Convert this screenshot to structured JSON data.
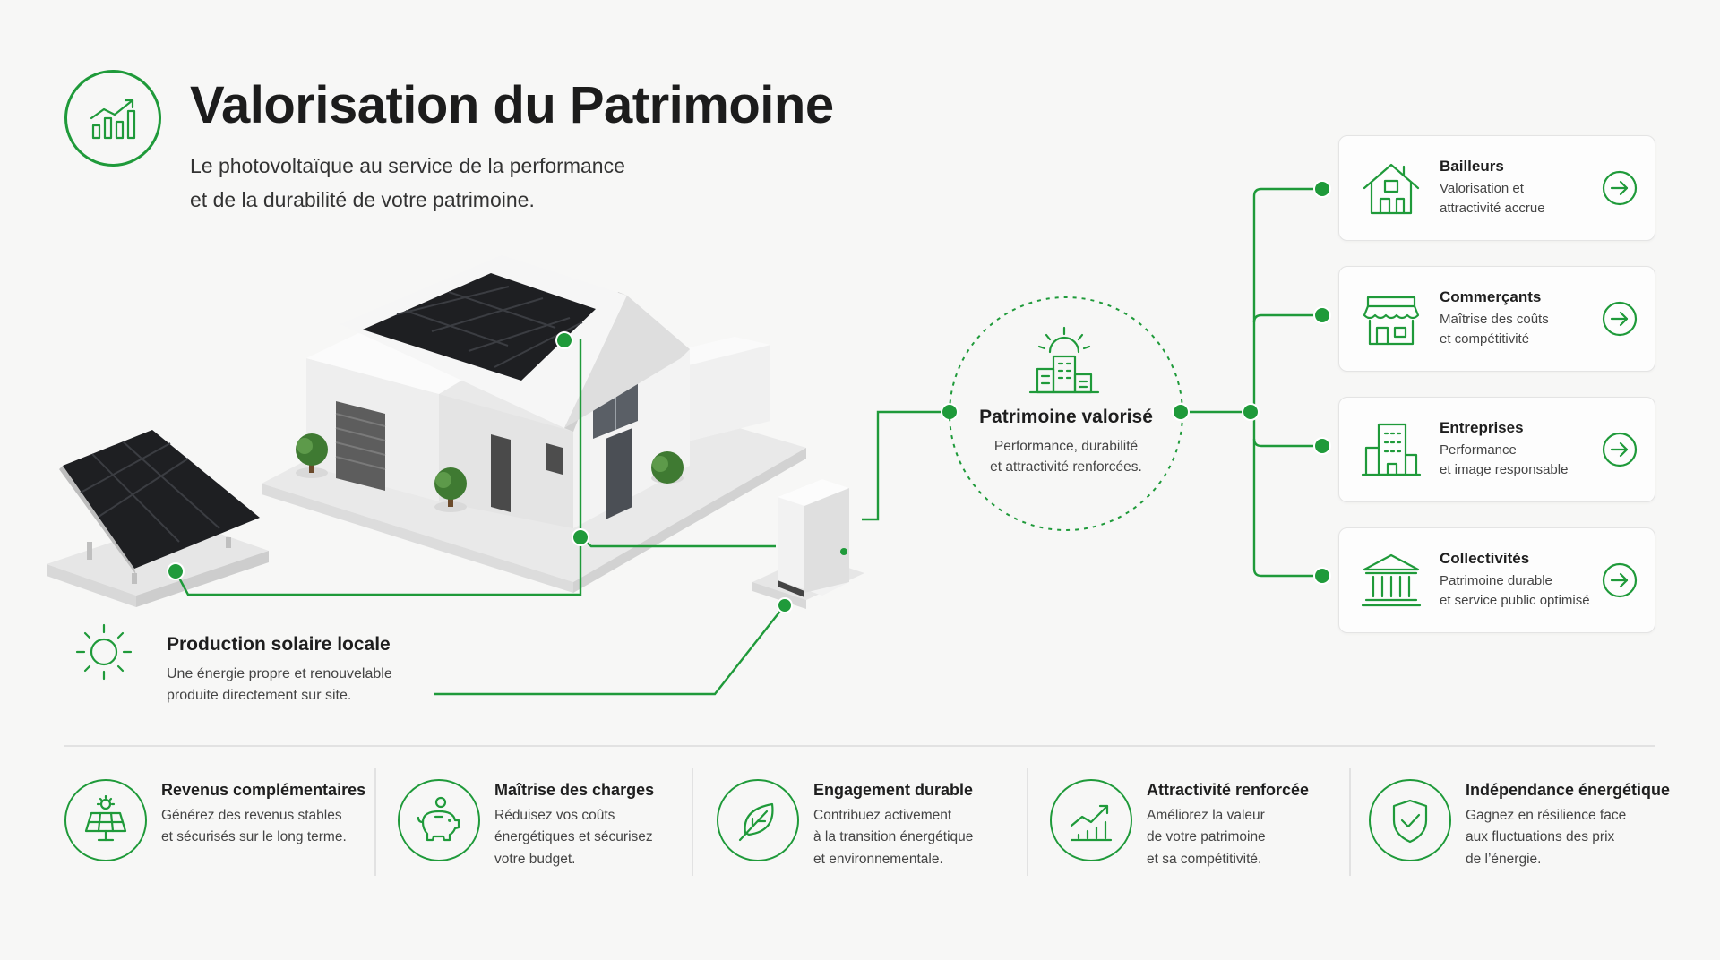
{
  "header": {
    "title": "Valorisation du Patrimoine",
    "subtitle_lines": [
      "Le photovoltaïque au service de la performance",
      "et de la durabilité de votre patrimoine."
    ],
    "icon": "growth-chart-icon"
  },
  "center": {
    "title": "Patrimoine valorisé",
    "desc_lines": [
      "Performance, durabilité",
      "et attractivité renforcées."
    ],
    "icon": "buildings-sun-icon"
  },
  "solar": {
    "title": "Production solaire locale",
    "desc_lines": [
      "Une énergie propre et renouvelable",
      "produite directement sur site."
    ],
    "icon": "sun-icon"
  },
  "audiences": [
    {
      "title": "Bailleurs",
      "lines": [
        "Valorisation et",
        "attractivité accrue"
      ],
      "icon": "house-icon"
    },
    {
      "title": "Commerçants",
      "lines": [
        "Maîtrise des coûts",
        "et compétitivité"
      ],
      "icon": "shop-icon"
    },
    {
      "title": "Entreprises",
      "lines": [
        "Performance",
        "et image responsable"
      ],
      "icon": "office-building-icon"
    },
    {
      "title": "Collectivités",
      "lines": [
        "Patrimoine durable",
        "et service public optimisé"
      ],
      "icon": "public-building-icon"
    }
  ],
  "benefits": [
    {
      "title": "Revenus complémentaires",
      "lines": [
        "Générez des revenus stables",
        "et sécurisés sur le long terme."
      ],
      "icon": "solar-panel-icon"
    },
    {
      "title": "Maîtrise des charges",
      "lines": [
        "Réduisez vos coûts",
        "énergétiques et sécurisez",
        "votre budget."
      ],
      "icon": "piggy-bank-icon"
    },
    {
      "title": "Engagement durable",
      "lines": [
        "Contribuez activement",
        "à la transition énergétique",
        "et environnementale."
      ],
      "icon": "leaf-icon"
    },
    {
      "title": "Attractivité renforcée",
      "lines": [
        "Améliorez la valeur",
        "de votre patrimoine",
        "et sa compétitivité."
      ],
      "icon": "rising-chart-icon"
    },
    {
      "title": "Indépendance énergétique",
      "lines": [
        "Gagnez en résilience face",
        "aux fluctuations des prix",
        "de l’énergie."
      ],
      "icon": "shield-check-icon"
    }
  ],
  "colors": {
    "accent": "#1f9a3a",
    "background": "#f7f7f6",
    "panel": "#1e1f22"
  }
}
